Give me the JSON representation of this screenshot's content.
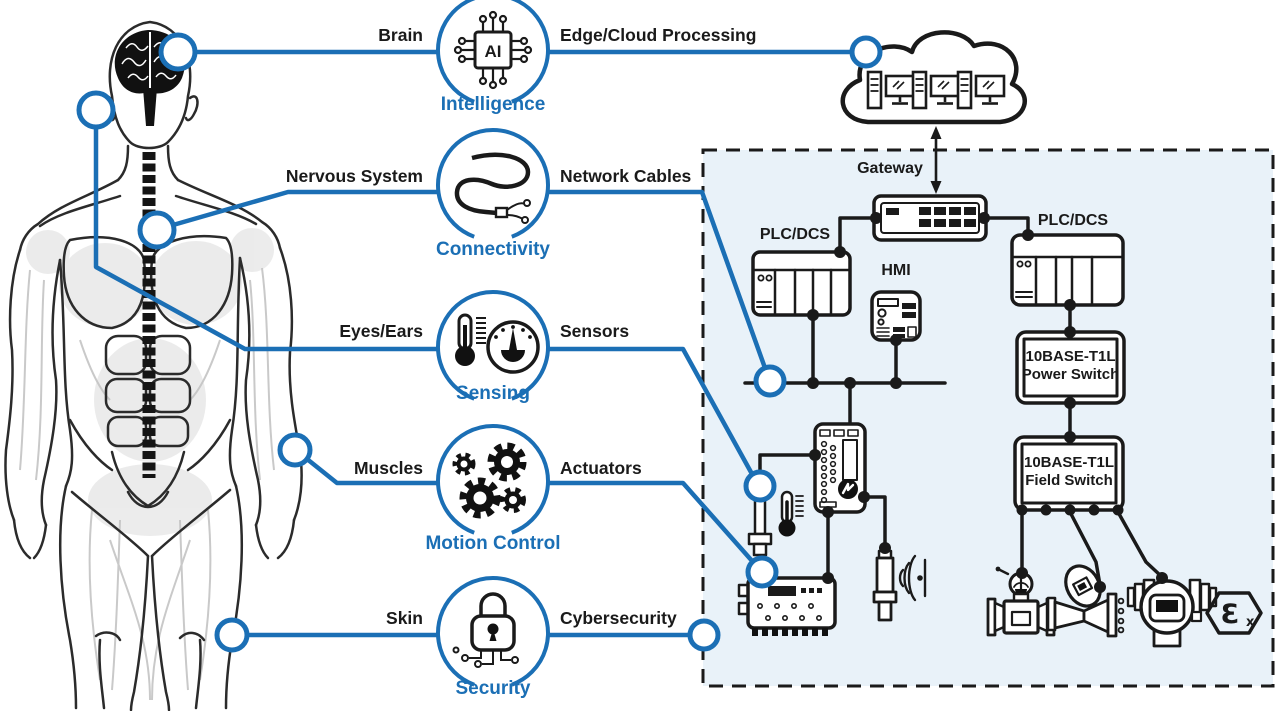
{
  "colors": {
    "accent": "#1b6fb5",
    "ink": "#1a1a1a",
    "panel_bg": "#e9f2f9"
  },
  "rows": [
    {
      "body": "Brain",
      "tech": "Edge/Cloud Processing",
      "caption": "Intelligence"
    },
    {
      "body": "Nervous System",
      "tech": "Network Cables",
      "caption": "Connectivity"
    },
    {
      "body": "Eyes/Ears",
      "tech": "Sensors",
      "caption": "Sensing"
    },
    {
      "body": "Muscles",
      "tech": "Actuators",
      "caption": "Motion Control"
    },
    {
      "body": "Skin",
      "tech": "Cybersecurity",
      "caption": "Security"
    }
  ],
  "panel": {
    "gateway": "Gateway",
    "plc_left": "PLC/DCS",
    "plc_right": "PLC/DCS",
    "hmi": "HMI",
    "power_switch_l1": "10BASE-T1L",
    "power_switch_l2": "Power Switch",
    "field_switch_l1": "10BASE-T1L",
    "field_switch_l2": "Field Switch",
    "ex_main": "Ɛ",
    "ex_sub": "x"
  },
  "icons": {
    "ai_text": "AI"
  }
}
